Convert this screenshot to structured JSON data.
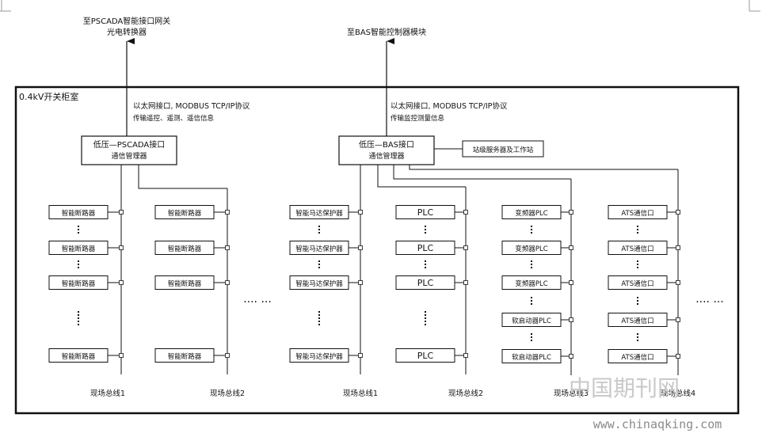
{
  "top_targets": {
    "pscada_line1": "至PSCADA智能接口网关",
    "pscada_line2": "光电转换器",
    "bas": "至BAS智能控制器模块"
  },
  "room_label": "0.4kV开关柜室",
  "protocols": {
    "left_line1": "以太网接口, MODBUS TCP/IP协议",
    "left_line2": "传输遥控、遥测、遥信信息",
    "right_line1": "以太网接口, MODBUS TCP/IP协议",
    "right_line2": "传输监控测量信息"
  },
  "managers": {
    "pscada_line1": "低压—PSCADA接口",
    "pscada_line2": "通信管理器",
    "bas_line1": "低压—BAS接口",
    "bas_line2": "通信管理器",
    "station_server": "站级服务器及工作站"
  },
  "columns": [
    {
      "labels": [
        "智能断路器",
        "智能断路器",
        "智能断路器",
        "智能断路器"
      ],
      "bus": "现场总线1"
    },
    {
      "labels": [
        "智能断路器",
        "智能断路器",
        "智能断路器",
        "智能断路器"
      ],
      "bus": "现场总线2"
    },
    {
      "labels": [
        "智能马达保护器",
        "智能马达保护器",
        "智能马达保护器",
        "智能马达保护器"
      ],
      "bus": "现场总线1"
    },
    {
      "labels": [
        "PLC",
        "PLC",
        "PLC",
        "PLC"
      ],
      "bus": "现场总线2"
    },
    {
      "labels": [
        "变频器PLC",
        "变频器PLC",
        "变频器PLC",
        "软启动器PLC",
        "软启动器PLC"
      ],
      "bus": "现场总线3"
    },
    {
      "labels": [
        "ATS通信口",
        "ATS通信口",
        "ATS通信口",
        "ATS通信口",
        "ATS通信口"
      ],
      "bus": "现场总线4"
    }
  ],
  "watermark": "中国期刊网",
  "site_url": "www.chinaqking.com"
}
